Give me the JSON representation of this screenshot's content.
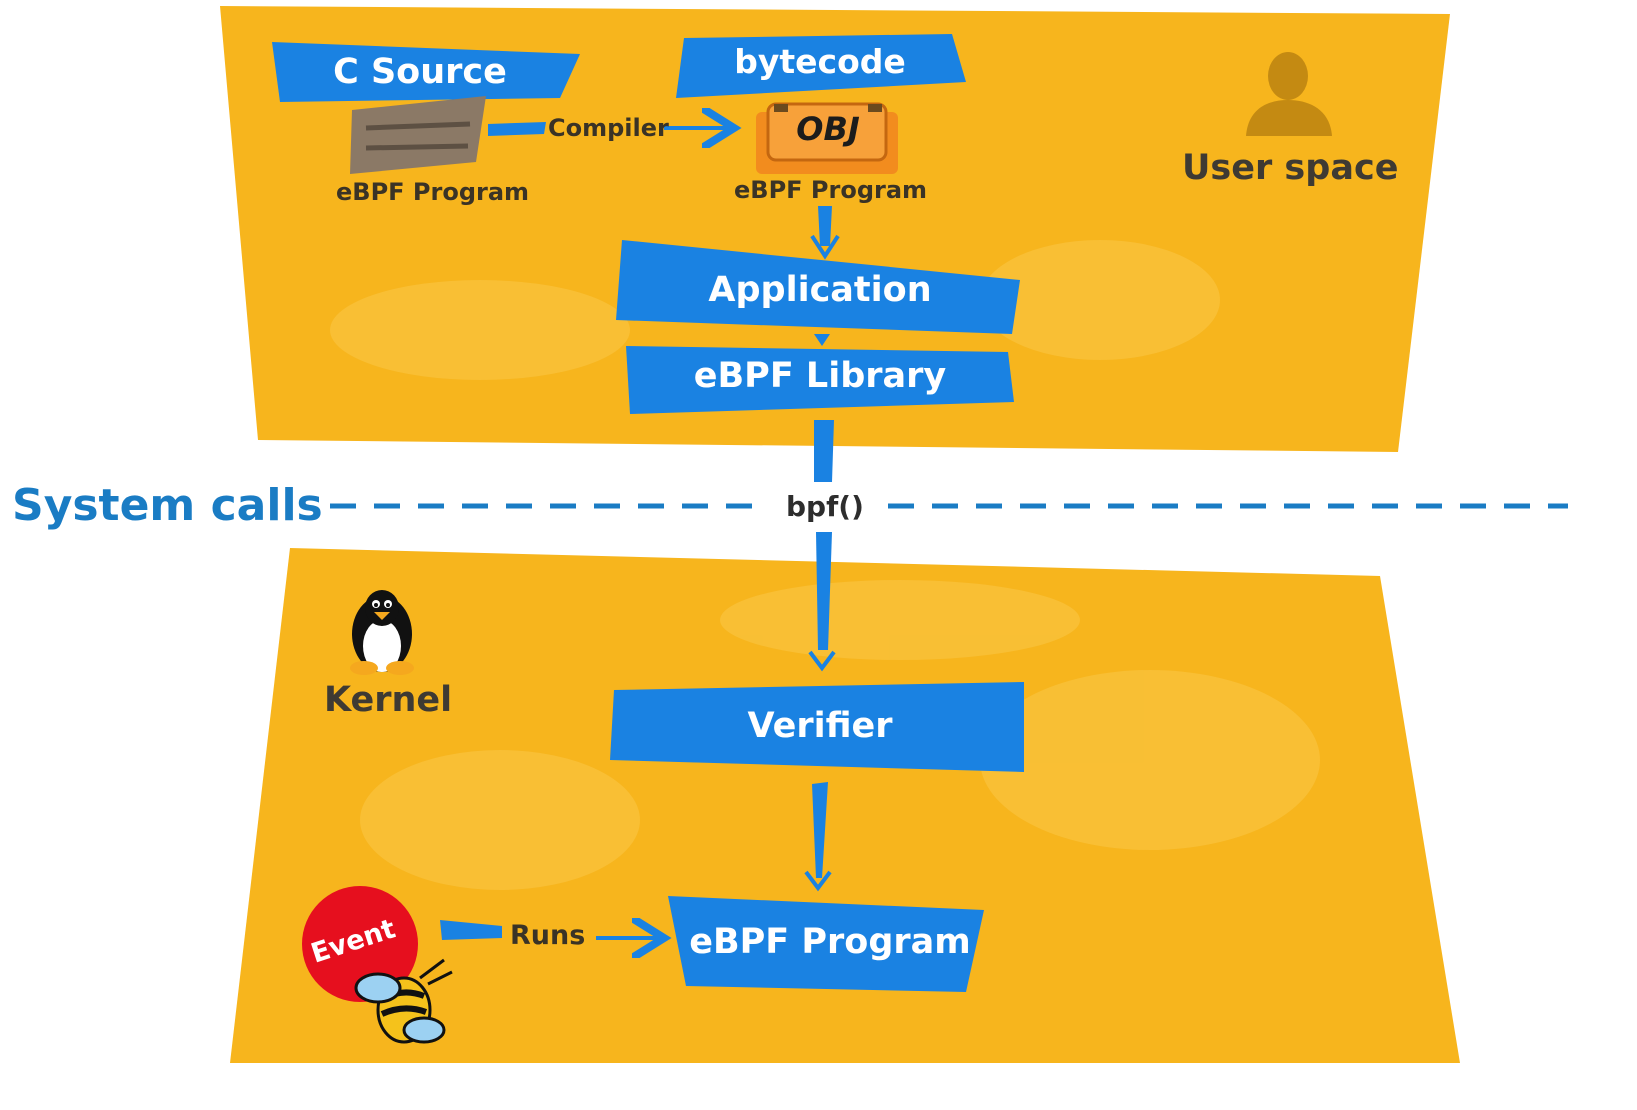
{
  "zones": {
    "user_space": "User space",
    "kernel": "Kernel",
    "syscall_line": "System calls"
  },
  "nodes": {
    "c_source": "C Source",
    "bytecode": "bytecode",
    "source_caption": "eBPF Program",
    "object_caption": "eBPF Program",
    "obj_badge": "OBJ",
    "application": "Application",
    "library": "eBPF Library",
    "bpf_call": "bpf()",
    "verifier": "Verifier",
    "kernel_program": "eBPF Program",
    "event": "Event"
  },
  "edges": {
    "compiler": "Compiler",
    "runs": "Runs"
  },
  "colors": {
    "zone_fill": "#f7b51d",
    "box_fill": "#1a82e2",
    "syscall_blue": "#1a7cc4",
    "event_red": "#e60f1e",
    "obj_orange": "#f28c1e"
  },
  "icons": [
    "user-icon",
    "tux-penguin-icon",
    "bee-icon",
    "source-file-icon",
    "object-file-icon"
  ]
}
